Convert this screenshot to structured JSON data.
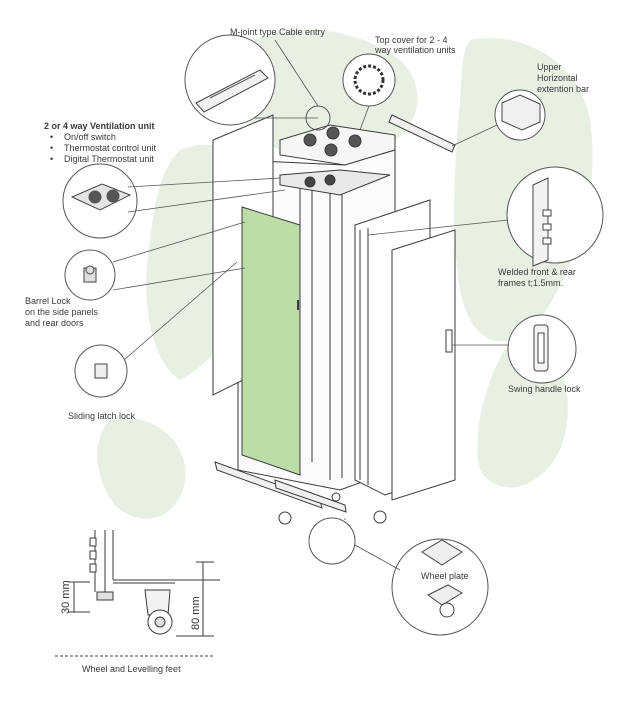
{
  "colors": {
    "background_map": "#e8f0e4",
    "door_panel_fill": "#bcdca8",
    "line": "#3a3a3a",
    "callout_line": "#555555"
  },
  "callouts": {
    "cable_entry": "M-joint type Cable entry",
    "top_cover_line1": "Top cover for 2 - 4",
    "top_cover_line2": "way ventilation units",
    "upper_bar_line1": "Upper",
    "upper_bar_line2": "Horizontal",
    "upper_bar_line3": "extention bar",
    "ventilation_title": "2 or 4 way Ventilation unit",
    "ventilation_items": [
      "On/off switch",
      "Thermostat control unit",
      "Digital Thermostat unit"
    ],
    "welded_line1": "Welded front & rear",
    "welded_line2": "frames t;1.5mm.",
    "barrel_line1": "Barrel Lock",
    "barrel_line2": "on the side panels",
    "barrel_line3": "and rear doors",
    "swing_handle": "Swing handle lock",
    "sliding_latch": "Sliding latch lock",
    "wheel_plate": "Wheel plate",
    "wheel_leveling": "Wheel and Levelling feet"
  },
  "dimensions": {
    "foot_height": "30 mm",
    "wheel_height": "80 mm"
  }
}
